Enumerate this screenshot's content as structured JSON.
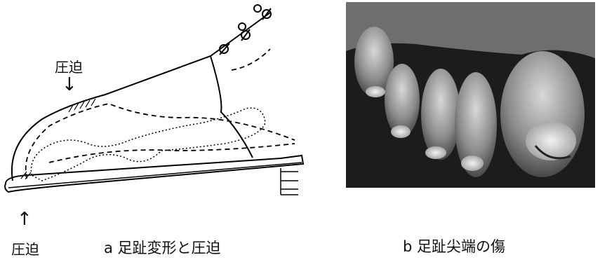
{
  "figure_a": {
    "pressure_label_top": "圧迫",
    "pressure_label_bottom": "圧迫",
    "arrow_top": "↓",
    "arrow_bottom": "↑",
    "caption": "a  足趾変形と圧迫"
  },
  "figure_b": {
    "caption": "b  足趾尖端の傷"
  }
}
